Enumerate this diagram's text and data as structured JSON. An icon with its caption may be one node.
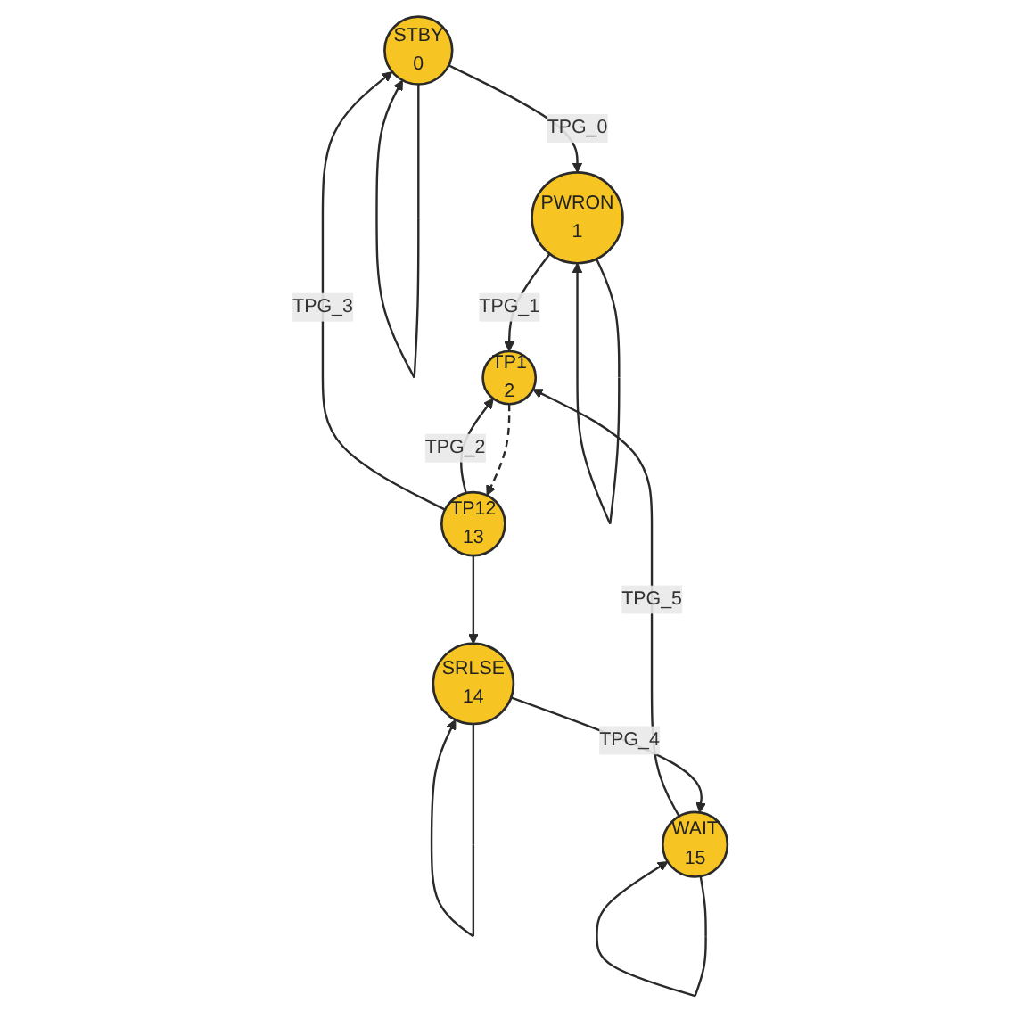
{
  "diagram": {
    "nodes": [
      {
        "text": [
          "STBY",
          "0"
        ]
      },
      {
        "text": [
          "PWRON",
          "1"
        ]
      },
      {
        "text": [
          "TP1",
          "2"
        ]
      },
      {
        "text": [
          "TP12",
          "13"
        ]
      },
      {
        "text": [
          "SRLSE",
          "14"
        ]
      },
      {
        "text": [
          "WAIT",
          "15"
        ]
      }
    ],
    "edges": [
      {
        "from": 0,
        "to": 0,
        "arrow": "to"
      },
      {
        "from": 0,
        "to": 1,
        "arrow": "to",
        "label": "TPG_0"
      },
      {
        "from": 1,
        "to": 1,
        "arrow": "to"
      },
      {
        "from": 1,
        "to": 2,
        "arrow": "to",
        "label": "TPG_1"
      },
      {
        "from": 2,
        "to": 3,
        "arrow": "to",
        "style": "dashed"
      },
      {
        "from": 3,
        "to": 2,
        "arrow": "to",
        "label": "TPG_2"
      },
      {
        "from": 3,
        "to": 0,
        "arrow": "to",
        "label": "TPG_3"
      },
      {
        "from": 3,
        "to": 4,
        "arrow": "to"
      },
      {
        "from": 4,
        "to": 4,
        "arrow": "to"
      },
      {
        "from": 4,
        "to": 5,
        "arrow": "to",
        "label": "TPG_4"
      },
      {
        "from": 5,
        "to": 5,
        "arrow": "to"
      },
      {
        "from": 5,
        "to": 2,
        "arrow": "to",
        "label": "TPG_5"
      }
    ]
  }
}
